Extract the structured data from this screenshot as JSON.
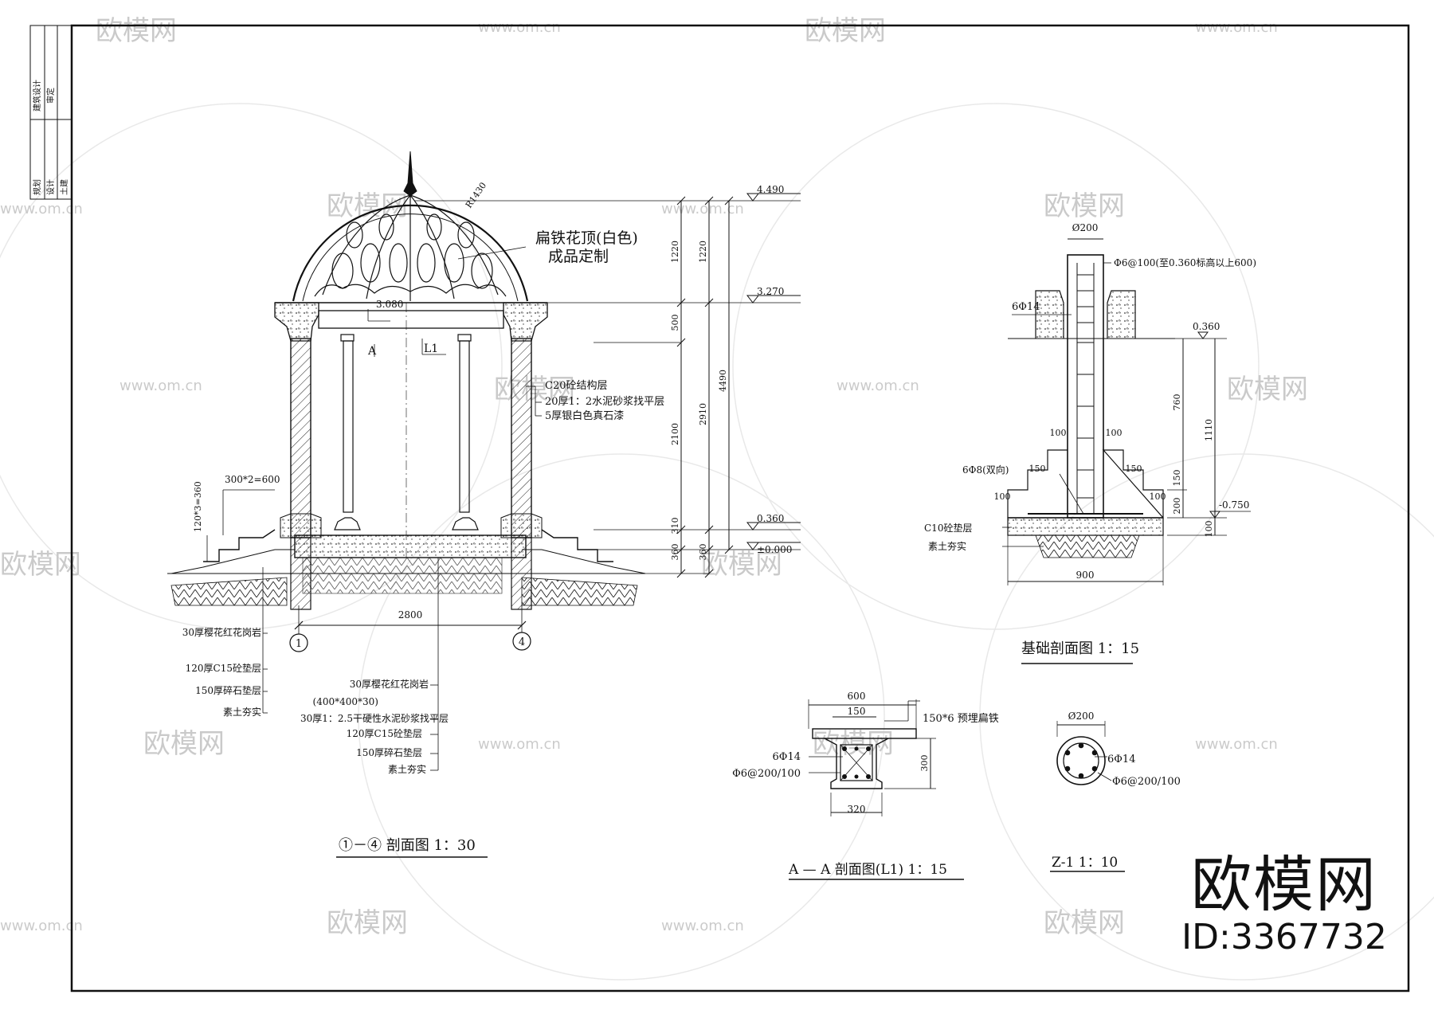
{
  "watermark": {
    "logo": "欧模网",
    "url": "www.om.cn"
  },
  "brand": {
    "logo": "欧模网",
    "id": "ID:3367732"
  },
  "title_strip": {
    "line1": "建筑设计",
    "line2": "审定",
    "line3": "规划",
    "line4": "设计",
    "line5": "土建"
  },
  "section_14": {
    "title": "①－④ 剖面图  1：30",
    "dome_label_1": "扁铁花顶(白色)",
    "dome_label_2": "成品定制",
    "dome_radius": "R1430",
    "elev_top": "4.490",
    "elev_mid": "3.270",
    "elev_floor": "0.360",
    "elev_ground": "±0.000",
    "dim_1220a": "1220",
    "dim_1220b": "1220",
    "dim_500": "500",
    "dim_2100": "2100",
    "dim_2910": "2910",
    "dim_4490": "4490",
    "dim_310": "310",
    "dim_360a": "360",
    "dim_360b": "360",
    "dim_2800": "2800",
    "beam_elev": "3.080",
    "section_mark": "A",
    "beam_mark": "L1",
    "axis_1": "1",
    "axis_4": "4",
    "wall_note_1": "C20砼结构层",
    "wall_note_2": "20厚1：2水泥砂浆找平层",
    "wall_note_3": "5厚银白色真石漆",
    "step_dim_1": "300*2=600",
    "step_dim_2": "120*3=360",
    "left_note_1": "30厚樱花红花岗岩",
    "left_note_2": "120厚C15砼垫层",
    "left_note_3": "150厚碎石垫层",
    "left_note_4": "素土夯实",
    "floor_note_1": "30厚樱花红花岗岩",
    "floor_note_2": "(400*400*30)",
    "floor_note_3": "30厚1：2.5干硬性水泥砂浆找平层",
    "floor_note_4": "120厚C15砼垫层",
    "floor_note_5": "150厚碎石垫层",
    "floor_note_6": "素土夯实"
  },
  "foundation": {
    "title": "基础剖面图  1：15",
    "dia": "Ø200",
    "stirrup": "Φ6@100(至0.360标高以上600)",
    "rebar": "6Φ14",
    "elev_top": "0.360",
    "elev_bottom": "-0.750",
    "dim_760": "760",
    "dim_1110": "1110",
    "dim_150v": "150",
    "dim_200v": "200",
    "dim_100v": "100",
    "dim_100l": "100",
    "dim_100r": "100",
    "dim_150l": "150",
    "dim_150r": "150",
    "dim_100bl": "100",
    "dim_100br": "100",
    "mesh": "6Φ8(双向)",
    "note_c10": "C10砼垫层",
    "note_soil": "素土夯实",
    "dim_900": "900"
  },
  "section_aa": {
    "title": "A — A 剖面图(L1)  1：15",
    "dim_600": "600",
    "dim_150": "150",
    "embed": "150*6 预埋扁铁",
    "rebar": "6Φ14",
    "stirrup": "Φ6@200/100",
    "dim_300": "300",
    "dim_320": "320"
  },
  "column_z1": {
    "title": "Z-1  1：10",
    "dia": "Ø200",
    "rebar": "6Φ14",
    "stirrup": "Φ6@200/100"
  }
}
